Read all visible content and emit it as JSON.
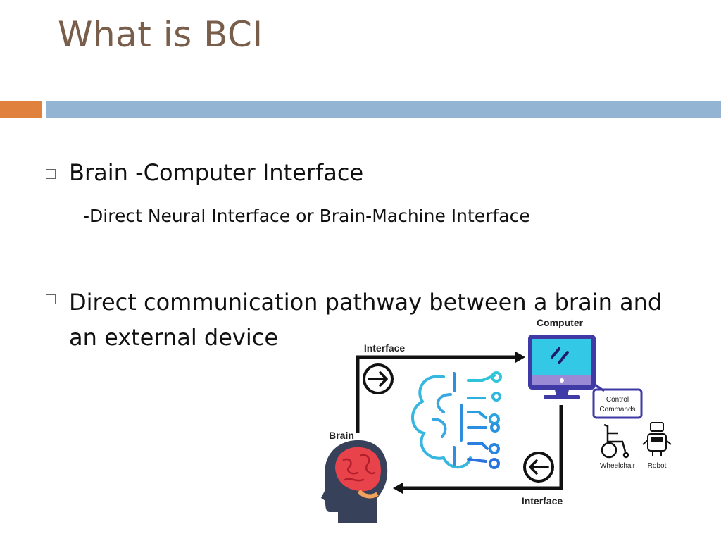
{
  "slide": {
    "title": "What is BCI",
    "bullets": [
      "Brain -Computer Interface",
      "Direct communication pathway between a brain and an external device"
    ],
    "sub_bullet": "-Direct Neural Interface or  Brain-Machine Interface"
  },
  "diagram": {
    "computer_label": "Computer",
    "interface_top_label": "Interface",
    "interface_bottom_label": "Interface",
    "brain_label": "Brain",
    "control_line1": "Control",
    "control_line2": "Commands",
    "wheelchair_label": "Wheelchair",
    "robot_label": "Robot"
  },
  "colors": {
    "title": "#7a5e4c",
    "accent_orange": "#e0823d",
    "accent_blue": "#93b4d3",
    "monitor_blue": "#3f3aa6",
    "screen_cyan": "#33c9e6",
    "brain_red": "#e8424b"
  }
}
